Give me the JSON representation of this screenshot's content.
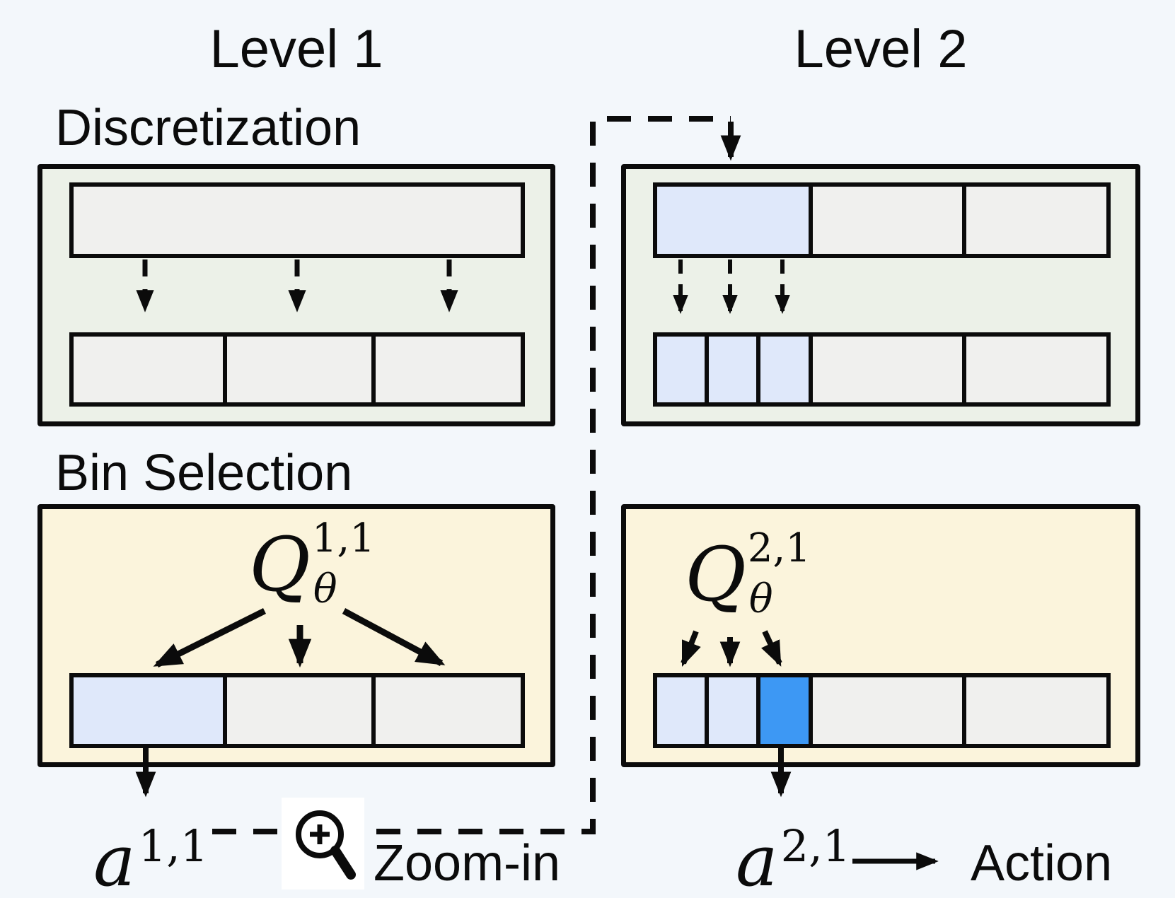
{
  "labels": {
    "level1": "Level 1",
    "level2": "Level 2",
    "discretization": "Discretization",
    "bin_selection": "Bin Selection",
    "zoom_in": "Zoom-in",
    "action": "Action"
  },
  "math": {
    "q11": {
      "base": "Q",
      "sub": "θ",
      "sup": "1,1"
    },
    "a11": {
      "base": "a",
      "sup": "1,1"
    },
    "q21": {
      "base": "Q",
      "sub": "θ",
      "sup": "2,1"
    },
    "a21": {
      "base": "a",
      "sup": "2,1"
    }
  },
  "icons": {
    "zoom_in": "magnifier-plus-icon"
  },
  "colors": {
    "background": "#f3f7fb",
    "discretization_panel": "#ecf1e8",
    "bin_selection_panel": "#fbf4dc",
    "bin_default": "#f0f0ee",
    "bin_highlight": "#dfe8fa",
    "bin_selected": "#3d98f4",
    "stroke": "#0b0b0b"
  },
  "diagram": {
    "level1": {
      "discretization": {
        "top_bins": [
          "default"
        ],
        "bottom_bins": [
          "default",
          "default",
          "default"
        ]
      },
      "bin_selection": {
        "bins": [
          "highlight",
          "default",
          "default"
        ]
      }
    },
    "level2": {
      "discretization": {
        "top_bins": [
          "highlight",
          "default",
          "default"
        ],
        "bottom_bins": [
          "highlight",
          "highlight",
          "highlight",
          "default",
          "default"
        ]
      },
      "bin_selection": {
        "bins": [
          "highlight",
          "highlight",
          "selected",
          "default",
          "default"
        ]
      }
    }
  }
}
